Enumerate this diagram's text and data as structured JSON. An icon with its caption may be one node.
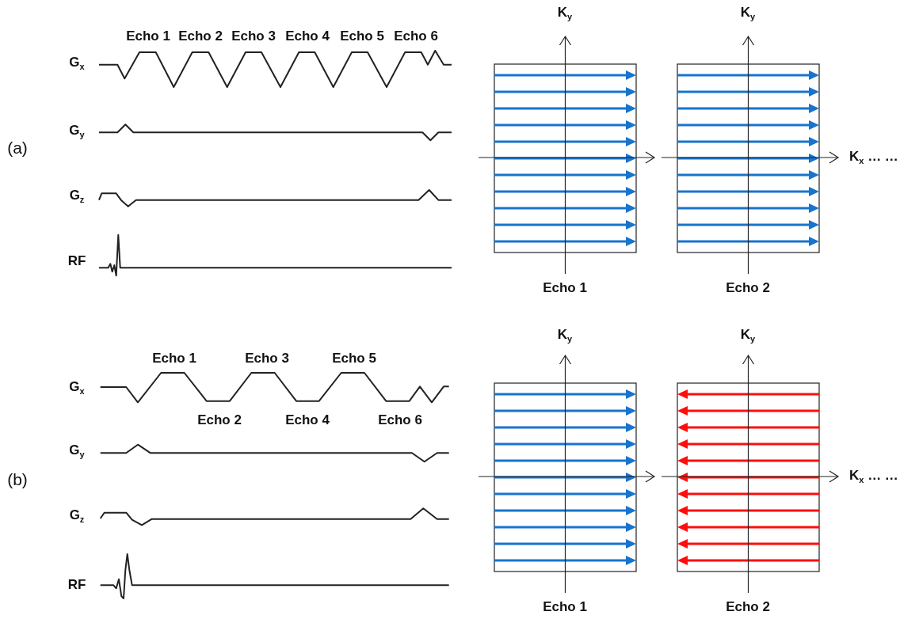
{
  "diagram": {
    "labels": [
      "(a)",
      "G$_{x}$",
      "G$_{y}$",
      "G$_{z}$",
      "RF",
      "Echo 1",
      "Echo 2",
      "Echo 3",
      "Echo 4",
      "Echo 5",
      "Echo 6",
      "K$_{y}$",
      "K$_{y}$",
      "K$_{x}$ … …",
      "Echo 1",
      "Echo 2",
      "(b)",
      "G$_{x}$",
      "G$_{y}$",
      "G$_{z}$",
      "RF",
      "Echo 1",
      "Echo 2",
      "Echo 3",
      "Echo 4",
      "Echo 5",
      "Echo 6",
      "K$_{y}$",
      "K$_{y}$",
      "K$_{x}$ … …",
      "Echo 1",
      "Echo 2"
    ]
  }
}
